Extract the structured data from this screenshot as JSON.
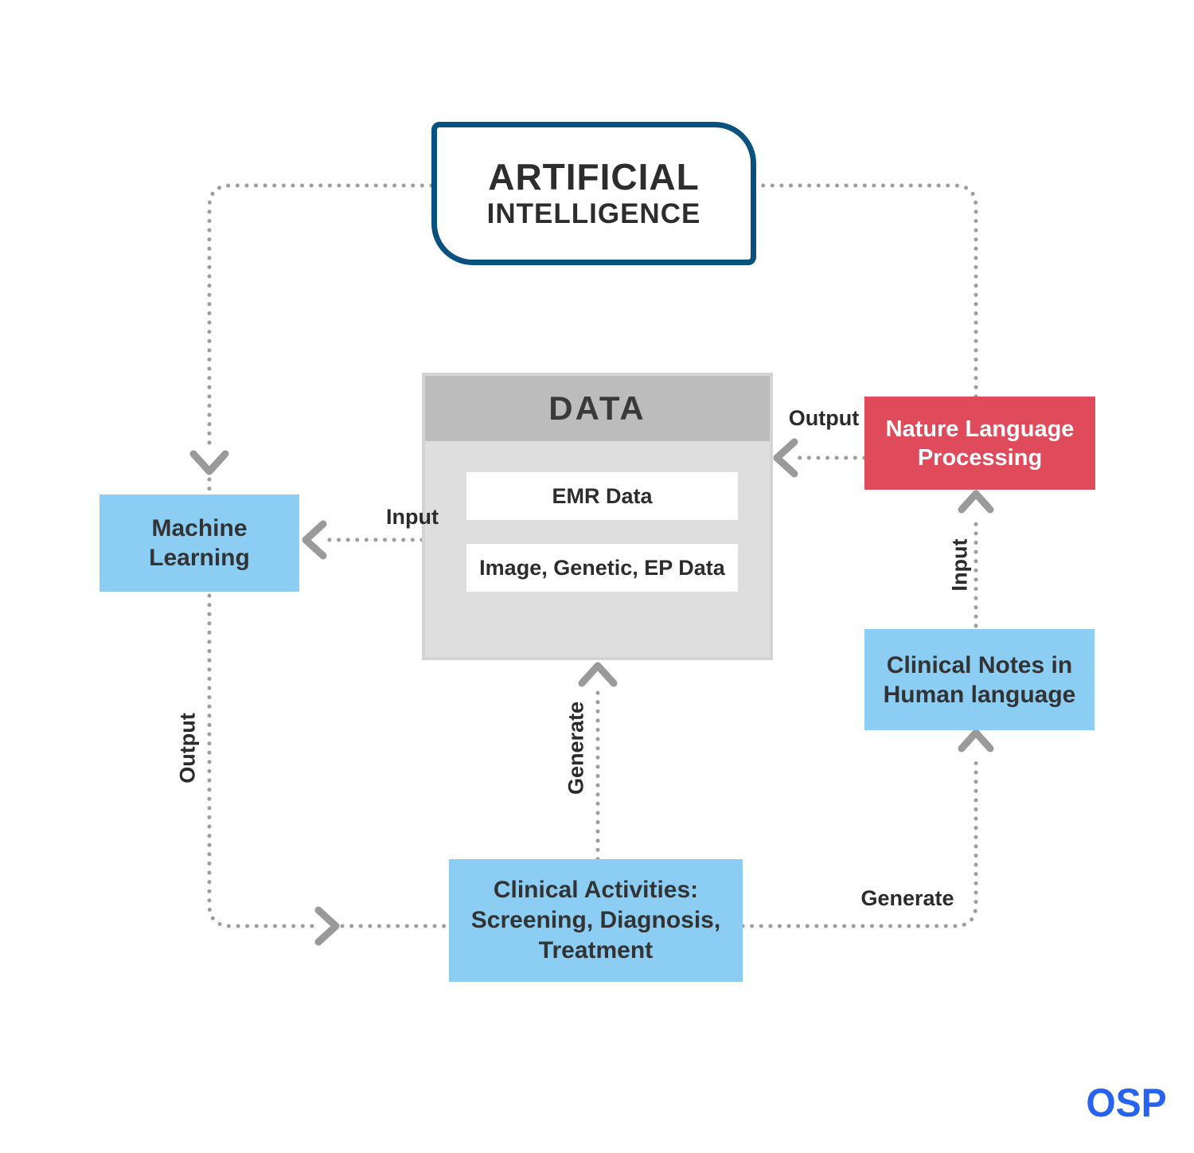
{
  "ai_box": {
    "line1": "ARTIFICIAL",
    "line2": "INTELLIGENCE"
  },
  "data_box": {
    "header": "DATA",
    "items": [
      "EMR Data",
      "Image, Genetic, EP Data"
    ]
  },
  "nodes": {
    "machine_learning": "Machine Learning",
    "nlp": "Nature Language Processing",
    "clinical_notes": "Clinical Notes in Human language",
    "clinical_activities": "Clinical Activities: Screening, Diagnosis, Treatment"
  },
  "edge_labels": {
    "input_to_ml": "Input",
    "output_from_ml": "Output",
    "generate_to_data": "Generate",
    "output_from_nlp": "Output",
    "input_to_nlp": "Input",
    "generate_to_notes": "Generate"
  },
  "logo": "OSP",
  "colors": {
    "ai_border_blue": "#09517e",
    "node_blue": "#8bcdf3",
    "node_red": "#e04b5c",
    "data_header_gray": "#bcbcbc",
    "data_body_gray": "#dedede",
    "connector_gray": "#9e9e9e",
    "logo_blue": "#2563f0",
    "text_dark": "#2d2d2d"
  }
}
